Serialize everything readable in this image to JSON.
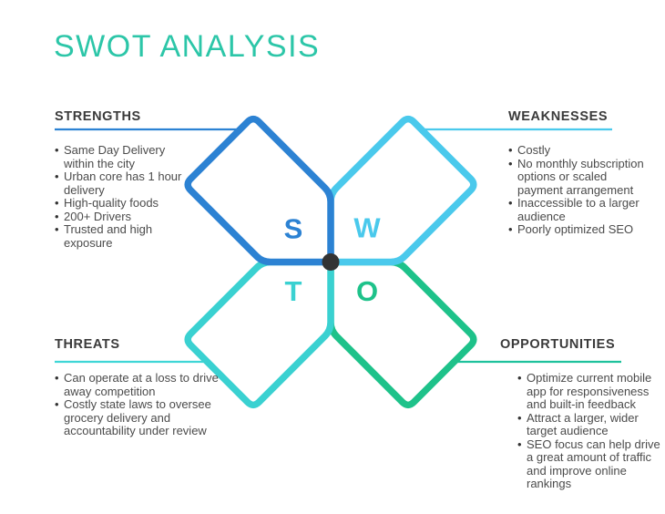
{
  "title": "SWOT ANALYSIS",
  "colors": {
    "title": "#2cc6a8",
    "heading_text": "#3a3a3a",
    "body_text": "#4b4b4b",
    "strengths": "#2c82d3",
    "weaknesses": "#4ac9ec",
    "threats": "#3ad1d1",
    "opportunities": "#1ec28a",
    "threats_divider": "#3fd6d6",
    "opportunities_divider": "#1ec19c",
    "center_dot": "#333333",
    "background": "#ffffff"
  },
  "diagram": {
    "letters": {
      "s": "S",
      "w": "W",
      "t": "T",
      "o": "O"
    }
  },
  "sections": {
    "strengths": {
      "label": "STRENGTHS",
      "items": [
        "Same Day Delivery\nwithin the city",
        "Urban core has 1 hour\ndelivery",
        "High-quality foods",
        "200+ Drivers",
        "Trusted and high\nexposure"
      ]
    },
    "weaknesses": {
      "label": "WEAKNESSES",
      "items": [
        "Costly",
        "No monthly subscription\noptions or scaled\npayment arrangement",
        "Inaccessible to a larger\naudience",
        "Poorly optimized SEO"
      ]
    },
    "threats": {
      "label": "THREATS",
      "items": [
        "Can operate at a loss to drive\naway competition",
        "Costly state laws to oversee\ngrocery delivery and\naccountability under review"
      ]
    },
    "opportunities": {
      "label": "OPPORTUNITIES",
      "items": [
        "Optimize current mobile\napp for responsiveness\nand built-in feedback",
        "Attract a larger, wider\ntarget audience",
        "SEO focus can help drive\na great amount of traffic\nand improve online\nrankings"
      ]
    }
  }
}
